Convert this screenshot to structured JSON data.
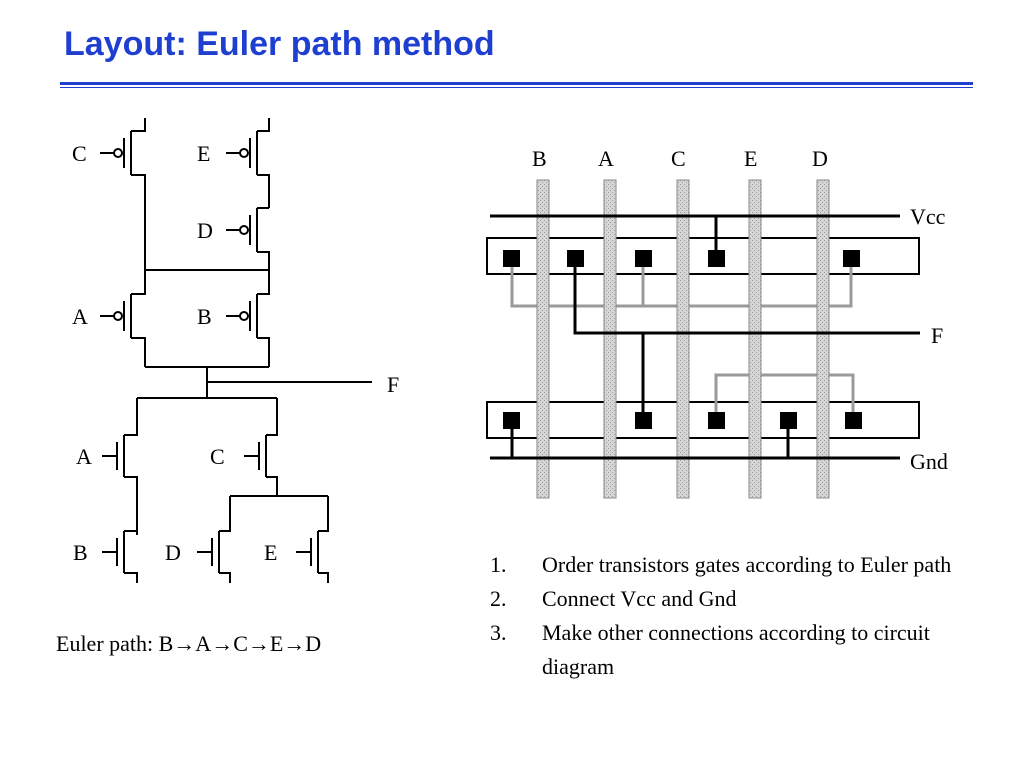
{
  "title": "Layout: Euler path method",
  "schematic": {
    "pmos_gates": {
      "c": "C",
      "e": "E",
      "d": "D",
      "a": "A",
      "b": "B"
    },
    "nmos_gates": {
      "a": "A",
      "c": "C",
      "b": "B",
      "d": "D",
      "e": "E"
    },
    "output": "F"
  },
  "layout": {
    "gate_columns": [
      "B",
      "A",
      "C",
      "E",
      "D"
    ],
    "rails": {
      "vcc": "Vcc",
      "output": "F",
      "gnd": "Gnd"
    }
  },
  "euler_path": "Euler path: B→A→C→E→D",
  "steps": [
    {
      "num": "1.",
      "text": "Order transistors gates according to Euler path"
    },
    {
      "num": "2.",
      "text": "Connect Vcc and Gnd"
    },
    {
      "num": "3.",
      "text": "Make other connections according to circuit diagram"
    }
  ],
  "colors": {
    "title": "#1f3fd0",
    "wire": "#000000",
    "poly": "#c8c8c8",
    "metal_route": "#9a9a9a"
  }
}
